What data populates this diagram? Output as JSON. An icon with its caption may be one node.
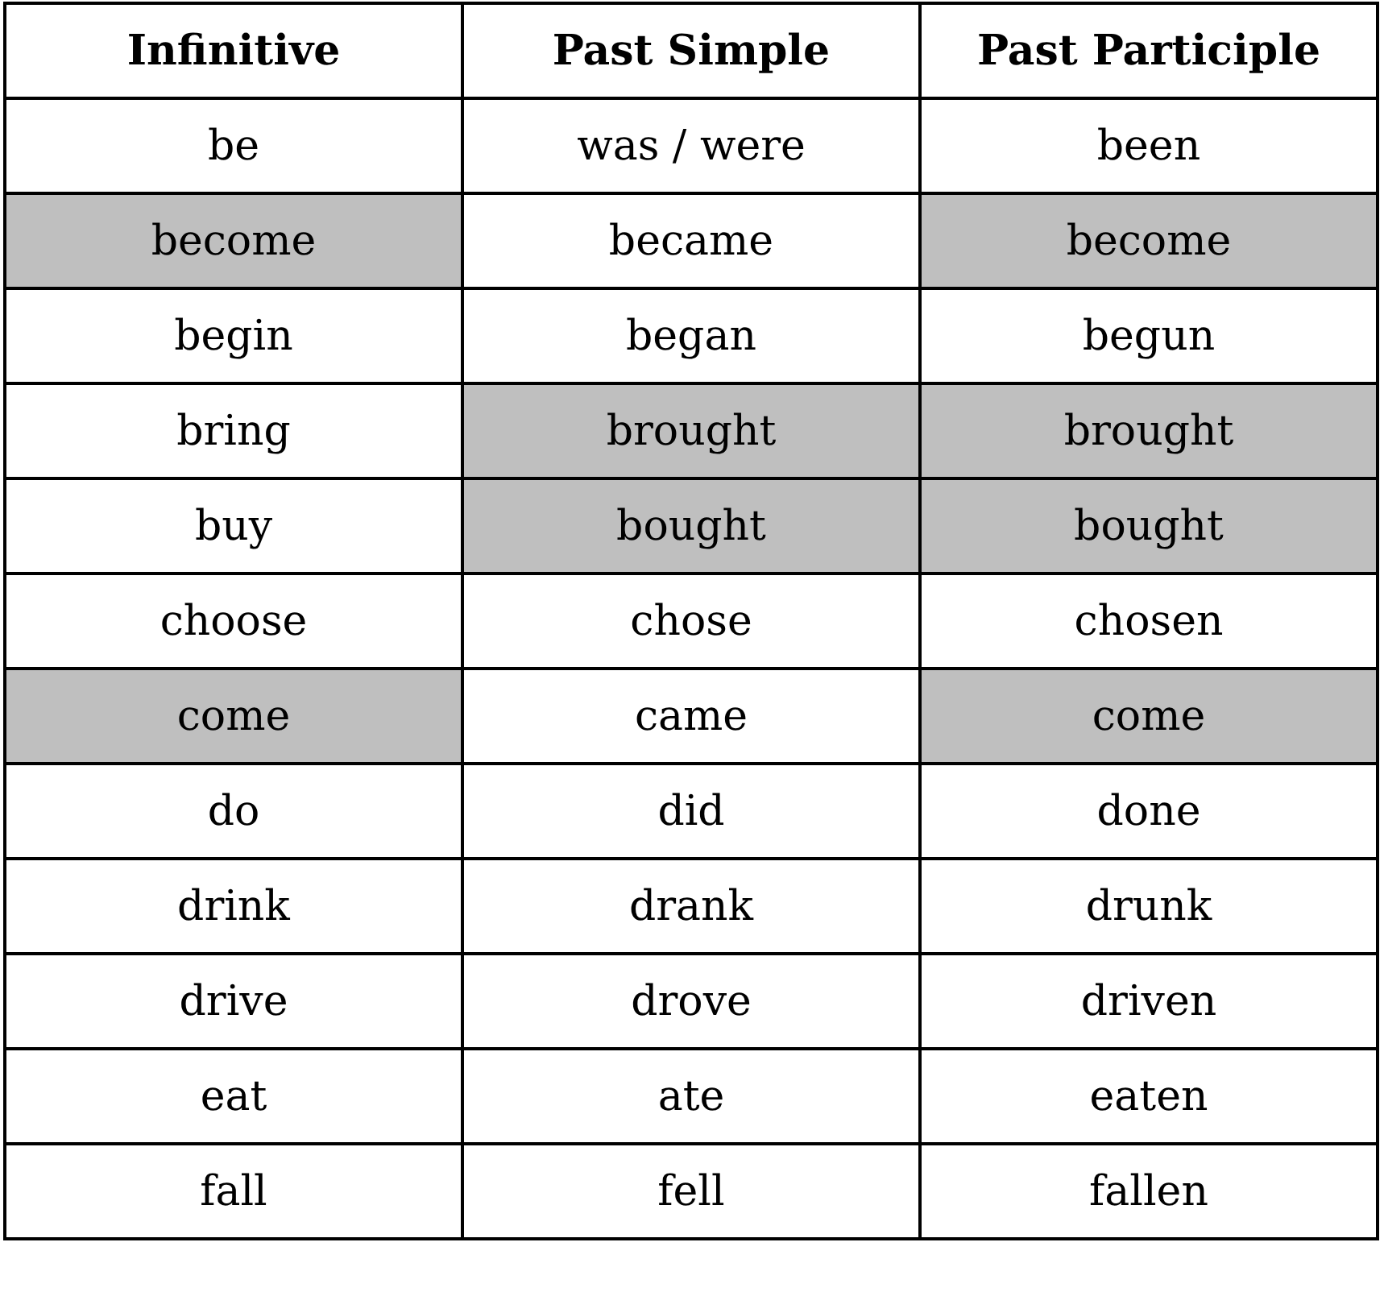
{
  "diagram": {
    "labels": [
      "Infinitive",
      "Past Simple",
      "Past Participle",
      "be",
      "was / were",
      "been",
      "become",
      "became",
      "become",
      "begin",
      "began",
      "begun",
      "bring",
      "brought",
      "brought",
      "buy",
      "bought",
      "bought",
      "choose",
      "chose",
      "chosen",
      "come",
      "came",
      "come",
      "do",
      "did",
      "done",
      "drink",
      "drank",
      "drunk",
      "drive",
      "drove",
      "driven",
      "eat",
      "ate",
      "eaten",
      "fall",
      "fell",
      "fallen"
    ]
  }
}
